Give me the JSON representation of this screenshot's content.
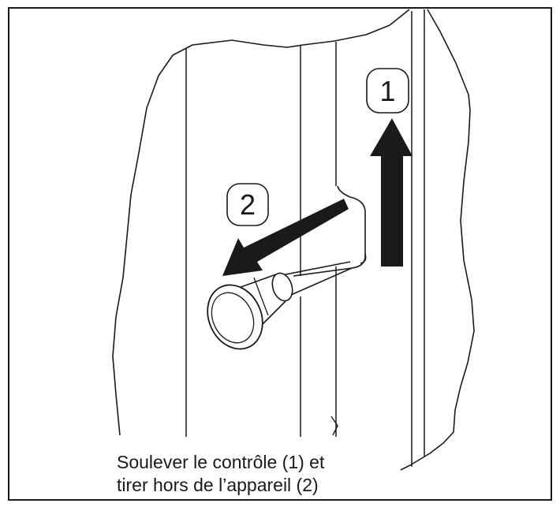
{
  "steps": [
    {
      "label": "1"
    },
    {
      "label": "2"
    }
  ],
  "caption": {
    "line1": "Soulever le contrôle (1) et",
    "line2": "tirer hors de l’appareil (2)"
  },
  "colors": {
    "ink": "#1a1a1a",
    "background": "#ffffff"
  }
}
